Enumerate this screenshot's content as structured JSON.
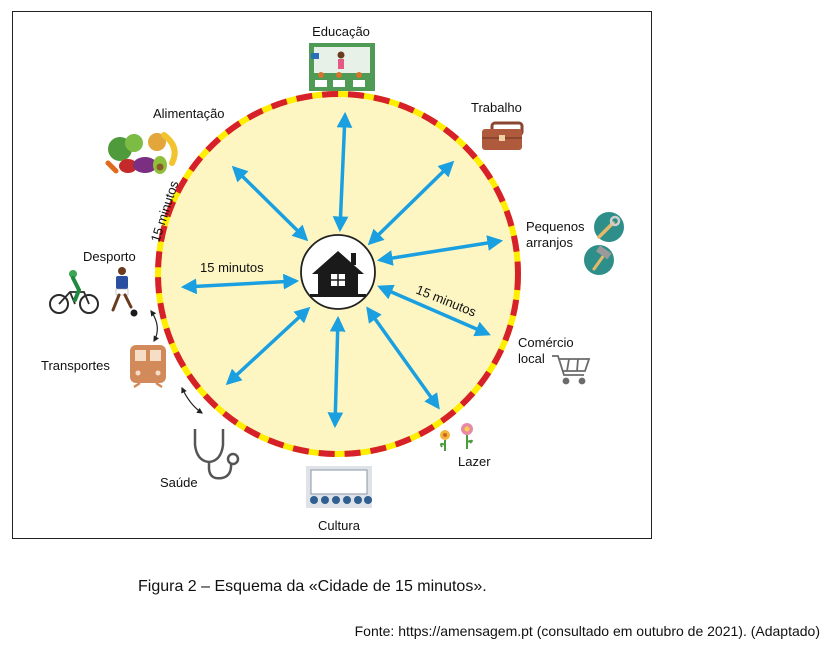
{
  "labels": {
    "educacao": "Educação",
    "trabalho": "Trabalho",
    "pequenos_line1": "Pequenos",
    "pequenos_line2": "arranjos",
    "comercio_line1": "Comércio",
    "comercio_line2": "local",
    "lazer": "Lazer",
    "cultura": "Cultura",
    "saude": "Saúde",
    "transportes": "Transportes",
    "desporto": "Desporto",
    "alimentacao": "Alimentação"
  },
  "distance_labels": {
    "left_arrow": "15 minutos",
    "right_arrow": "15 minutos",
    "circle_edge": "15 minutos"
  },
  "colors": {
    "circle_fill": "#fdf6c3",
    "ring_yellow": "#ffee00",
    "ring_red": "#d6202a",
    "arrow_blue": "#1a9fe0",
    "house": "#1a1a1a"
  },
  "icons": [
    "classroom-icon",
    "briefcase-icon",
    "wrench-icon",
    "hammer-icon",
    "shopping-cart-icon",
    "flowers-icon",
    "cinema-audience-icon",
    "stethoscope-icon",
    "train-icon",
    "cyclist-icon",
    "football-player-icon",
    "vegetables-icon",
    "house-icon"
  ],
  "caption": "Figura 2 – Esquema da «Cidade de 15 minutos».",
  "source": "Fonte: https://amensagem.pt (consultado em outubro de 2021). (Adaptado)"
}
